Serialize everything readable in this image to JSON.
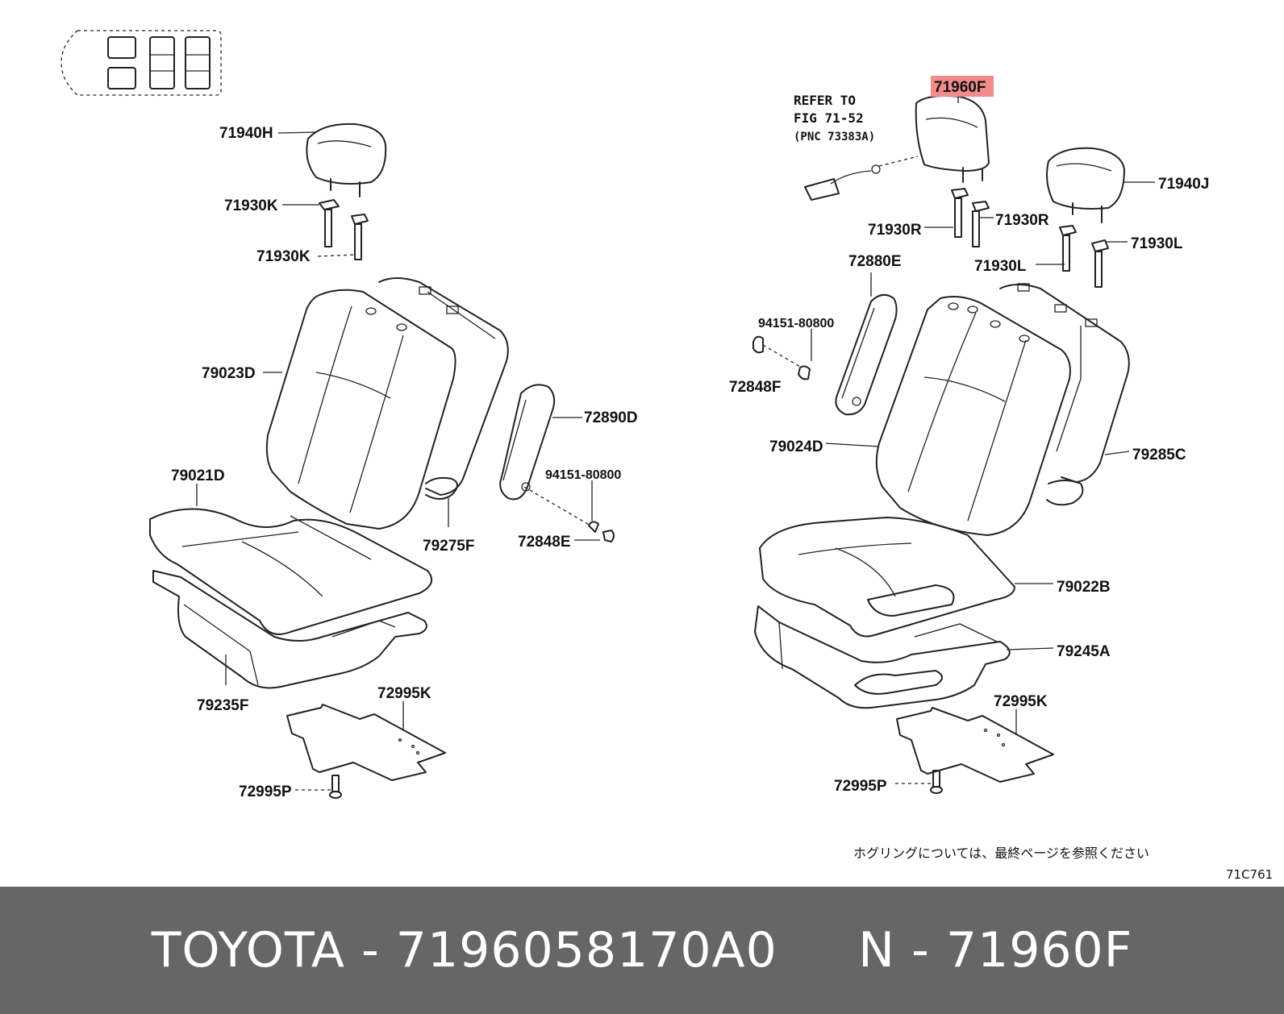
{
  "footer": {
    "brand": "TOYOTA",
    "separator": "-",
    "part_number": "7196058170A0",
    "variant_prefix": "N",
    "variant_code": "71960F"
  },
  "diagram": {
    "figure_id": "71C761",
    "highlight_color": "#f28b8b",
    "japanese_note": "ホグリングについては、最終ページを参照ください",
    "refer_note": [
      "REFER TO",
      "FIG 71-52",
      "(PNC 73383A)"
    ],
    "labels": {
      "l_71940H": "71940H",
      "l_71930K_a": "71930K",
      "l_71930K_b": "71930K",
      "l_79023D": "79023D",
      "l_72890D": "72890D",
      "l_79021D": "79021D",
      "l_94151_a": "94151-80800",
      "l_79275F": "79275F",
      "l_72848E": "72848E",
      "l_79235F": "79235F",
      "l_72995K_a": "72995K",
      "l_72995P_a": "72995P",
      "l_71960F": "71960F",
      "l_71940J": "71940J",
      "l_71930R_a": "71930R",
      "l_71930R_b": "71930R",
      "l_71930L_a": "71930L",
      "l_71930L_b": "71930L",
      "l_72880E": "72880E",
      "l_94151_b": "94151-80800",
      "l_72848F": "72848F",
      "l_79024D": "79024D",
      "l_79285C": "79285C",
      "l_79022B": "79022B",
      "l_79245A": "79245A",
      "l_72995K_b": "72995K",
      "l_72995P_b": "72995P"
    }
  }
}
